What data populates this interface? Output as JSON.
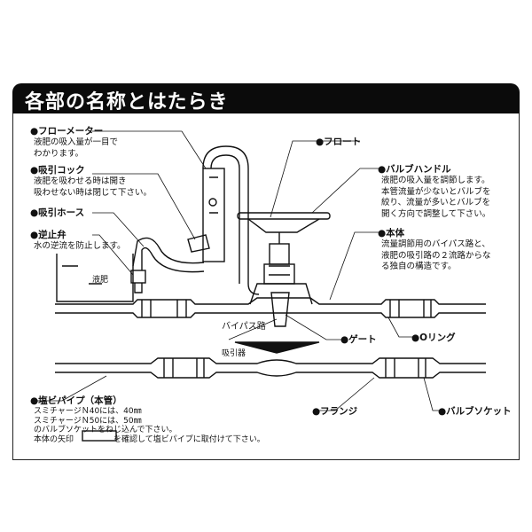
{
  "title": "各部の名称とはたらき",
  "labels": {
    "flowmeter": {
      "title": "●フローメーター",
      "desc": "液肥の吸入量が一目で\nわかります。"
    },
    "suction_cock": {
      "title": "●吸引コック",
      "desc": "液肥を吸わせる時は開き\n吸わせない時は閉じて下さい。"
    },
    "suction_hose": {
      "title": "●吸引ホース"
    },
    "check_valve": {
      "title": "●逆止弁",
      "desc": "水の逆流を防止します。"
    },
    "tank": "液肥",
    "float": {
      "title": "●フロート"
    },
    "valve_handle": {
      "title": "●バルブハンドル",
      "desc": "液肥の吸入量を調節します。\n本管流量が少ないとバルブを\n絞り、流量が多いとバルブを\n開く方向で調整して下さい。"
    },
    "body": {
      "title": "●本体",
      "desc": "流量調節用のバイパス路と、\n液肥の吸引路の２流路からな\nる独自の構造です。"
    },
    "bypass": "バイパス路",
    "gate": "●ゲート",
    "oring": "●Oリング",
    "suction_device": "吸引器",
    "pvc_pipe": {
      "title": "●塩ビパイプ（本管）",
      "desc": "スミチャージＮ40には、40㎜\nスミチャージＮ50には、50㎜\nのバルブソケットをねじ込んで下さい。\n本体の矢印　　　　　を確認して塩ビパイプに取付けて下さい。"
    },
    "flange": "●フランジ",
    "valve_socket": "●バルブソケット"
  }
}
